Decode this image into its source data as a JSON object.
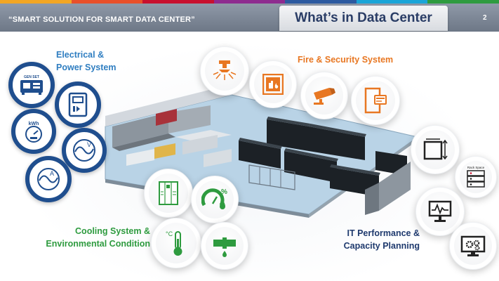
{
  "header": {
    "tagline": "“SMART SOLUTION FOR SMART DATA CENTER”",
    "title": "What’s in Data Center",
    "page_number": "2",
    "stripe_colors": [
      "#f3a623",
      "#e8502a",
      "#c8102e",
      "#8e2b8f",
      "#2c5aa0",
      "#1aa5d8",
      "#2e9b3f"
    ]
  },
  "sections": {
    "electrical": {
      "label_line1": "Electrical &",
      "label_line2": "Power System",
      "color": "#2f7ec1",
      "icons": [
        "generator-icon",
        "ups-icon",
        "kwh-meter-icon",
        "voltage-icon",
        "ampere-icon"
      ],
      "icon_text": {
        "generator": "GEN SET",
        "kwh": "kWh",
        "voltage": "V",
        "ampere": "A"
      }
    },
    "fire_security": {
      "label": "Fire & Security System",
      "color": "#e87722",
      "icons": [
        "sprinkler-icon",
        "fire-alarm-icon",
        "cctv-camera-icon",
        "access-control-icon"
      ]
    },
    "cooling": {
      "label_line1": "Cooling System &",
      "label_line2": "Environmental Condition",
      "color": "#2e9b3f",
      "icons": [
        "precision-ac-icon",
        "humidity-gauge-icon",
        "thermometer-icon",
        "water-leak-icon"
      ],
      "icon_text": {
        "temperature": "°C",
        "humidity": "%"
      }
    },
    "it": {
      "label_line1": "IT Performance &",
      "label_line2": "Capacity Planning",
      "color": "#1f3a6e",
      "icons": [
        "rack-space-icon",
        "rack-server-icon",
        "monitoring-screen-icon",
        "system-settings-icon"
      ],
      "icon_text": {
        "rack_space": "Rack Space"
      }
    }
  },
  "illustration": {
    "name": "data-center-floor-3d"
  }
}
